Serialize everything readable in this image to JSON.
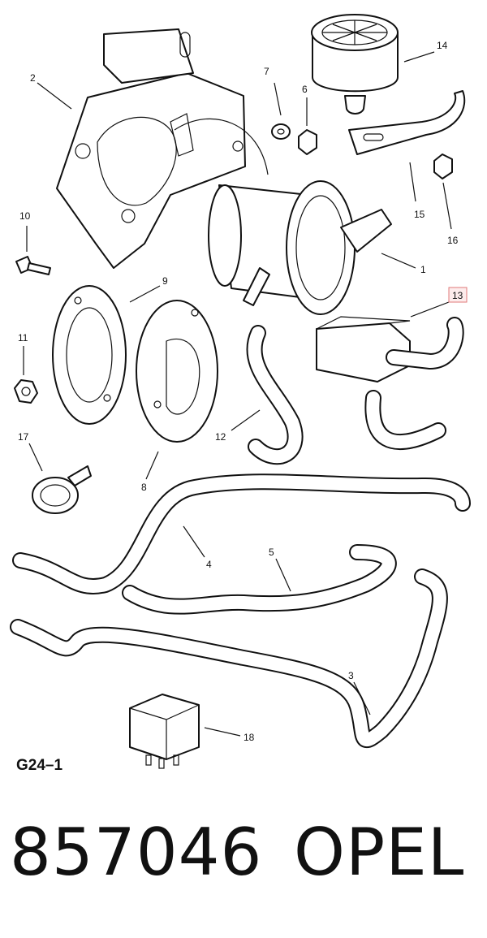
{
  "diagram": {
    "callouts": {
      "c1": "1",
      "c2": "2",
      "c3": "3",
      "c4": "4",
      "c5": "5",
      "c6": "6",
      "c7": "7",
      "c8": "8",
      "c9": "9",
      "c10": "10",
      "c11": "11",
      "c12": "12",
      "c13": "13",
      "c14": "14",
      "c15": "15",
      "c16": "16",
      "c17": "17",
      "c18": "18"
    },
    "highlighted_callout": "13",
    "highlight_color": "#e07a7a",
    "diagram_code": "G24–1"
  },
  "footer": {
    "part_number": "857046",
    "brand": "OPEL"
  }
}
